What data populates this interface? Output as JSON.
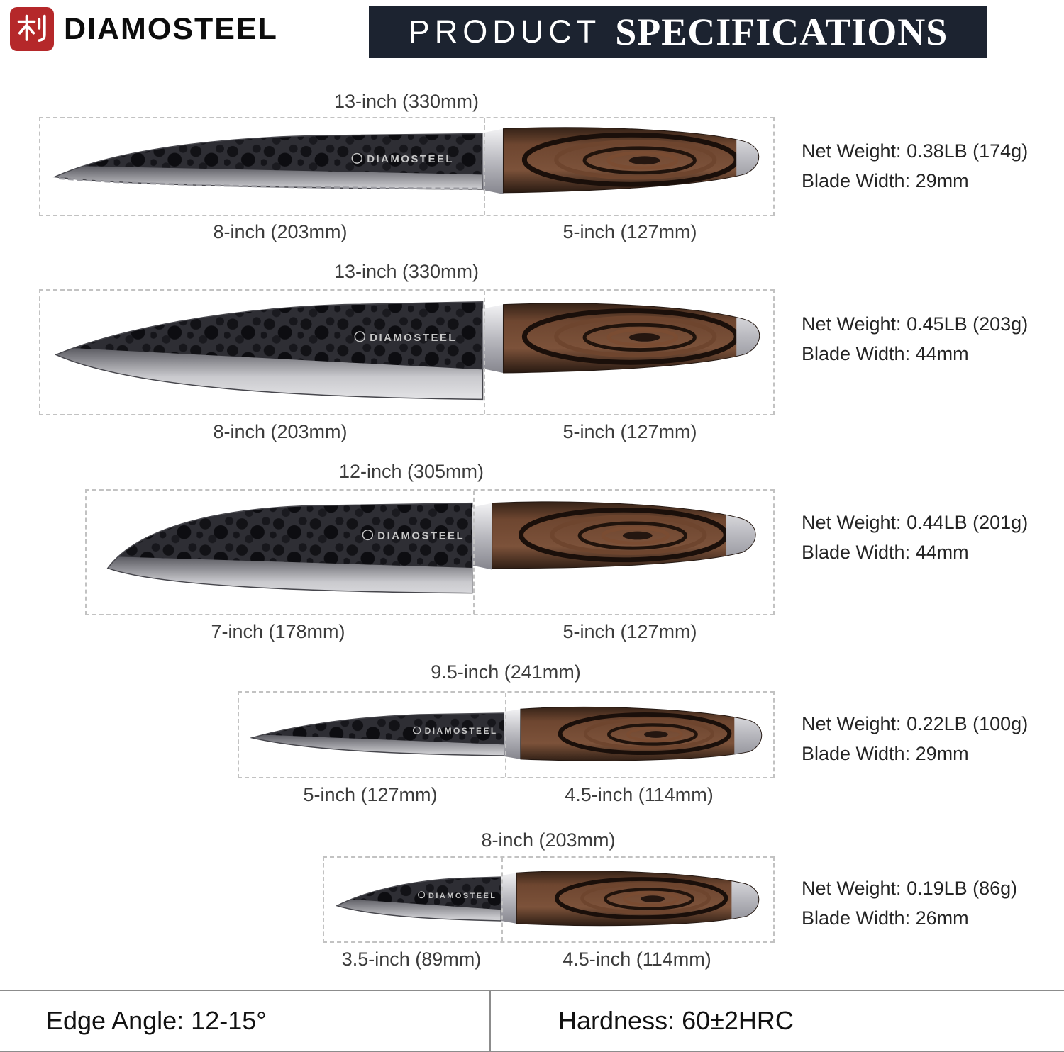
{
  "header": {
    "brand": "DIAMOSTEEL",
    "seal_character": "利",
    "banner": {
      "light": "PRODUCT",
      "bold": "SPECIFICATIONS"
    }
  },
  "knives": [
    {
      "id": "bread-knife",
      "total_length": "13-inch (330mm)",
      "blade_length": "8-inch (203mm)",
      "handle_length": "5-inch (127mm)",
      "net_weight": "Net Weight: 0.38LB (174g)",
      "blade_width": "Blade Width: 29mm",
      "blade_brand": "DIAMOSTEEL"
    },
    {
      "id": "chef-knife",
      "total_length": "13-inch (330mm)",
      "blade_length": "8-inch (203mm)",
      "handle_length": "5-inch (127mm)",
      "net_weight": "Net Weight: 0.45LB (203g)",
      "blade_width": "Blade Width: 44mm",
      "blade_brand": "DIAMOSTEEL"
    },
    {
      "id": "santoku-knife",
      "total_length": "12-inch (305mm)",
      "blade_length": "7-inch (178mm)",
      "handle_length": "5-inch (127mm)",
      "net_weight": "Net Weight: 0.44LB (201g)",
      "blade_width": "Blade Width: 44mm",
      "blade_brand": "DIAMOSTEEL"
    },
    {
      "id": "utility-knife",
      "total_length": "9.5-inch (241mm)",
      "blade_length": "5-inch (127mm)",
      "handle_length": "4.5-inch (114mm)",
      "net_weight": "Net Weight: 0.22LB (100g)",
      "blade_width": "Blade Width: 29mm",
      "blade_brand": "DIAMOSTEEL"
    },
    {
      "id": "paring-knife",
      "total_length": "8-inch (203mm)",
      "blade_length": "3.5-inch (89mm)",
      "handle_length": "4.5-inch (114mm)",
      "net_weight": "Net Weight: 0.19LB (86g)",
      "blade_width": "Blade Width: 26mm",
      "blade_brand": "DIAMOSTEEL"
    }
  ],
  "footer": {
    "edge_angle": "Edge Angle: 12-15°",
    "hardness": "Hardness: 60±2HRC"
  },
  "colors": {
    "banner_bg": "#1c2330",
    "seal_red": "#b5282a",
    "dash_gray": "#c2c2c2",
    "rule_gray": "#8c8c8c"
  }
}
